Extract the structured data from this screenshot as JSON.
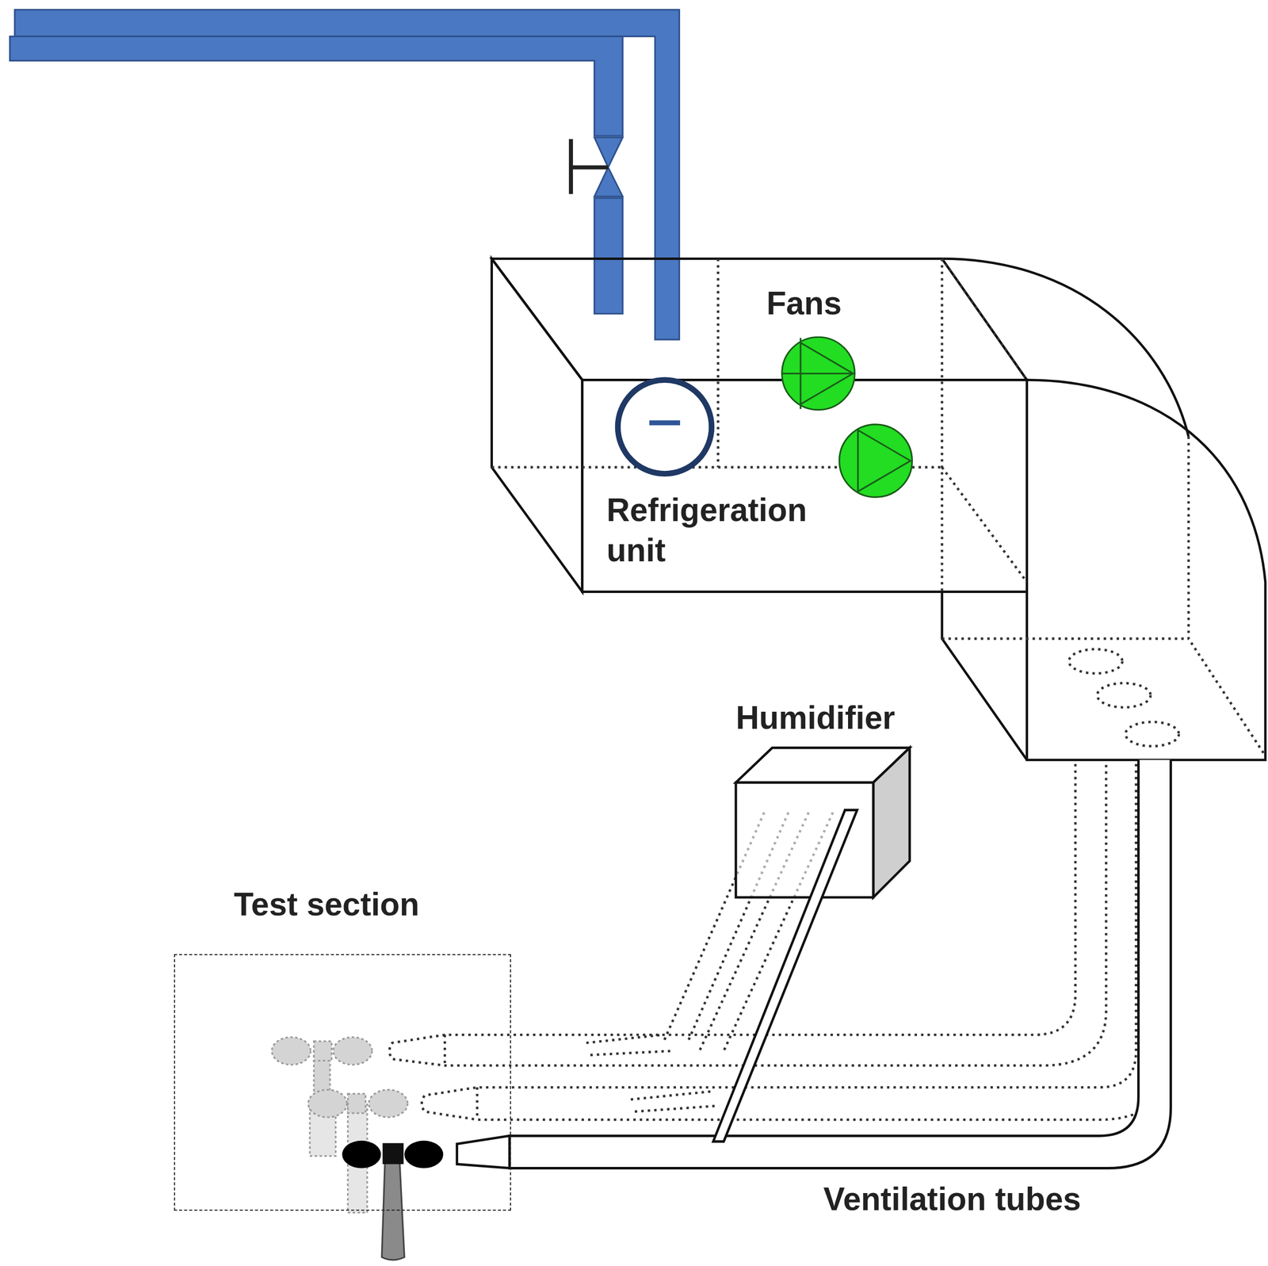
{
  "diagram": {
    "nodes": [
      {
        "text": [
          "Humidifier"
        ]
      },
      {
        "text": [
          "Test section"
        ]
      }
    ],
    "labels": [
      "Fans",
      "Refrigeration unit",
      "Ventilation tubes"
    ]
  }
}
